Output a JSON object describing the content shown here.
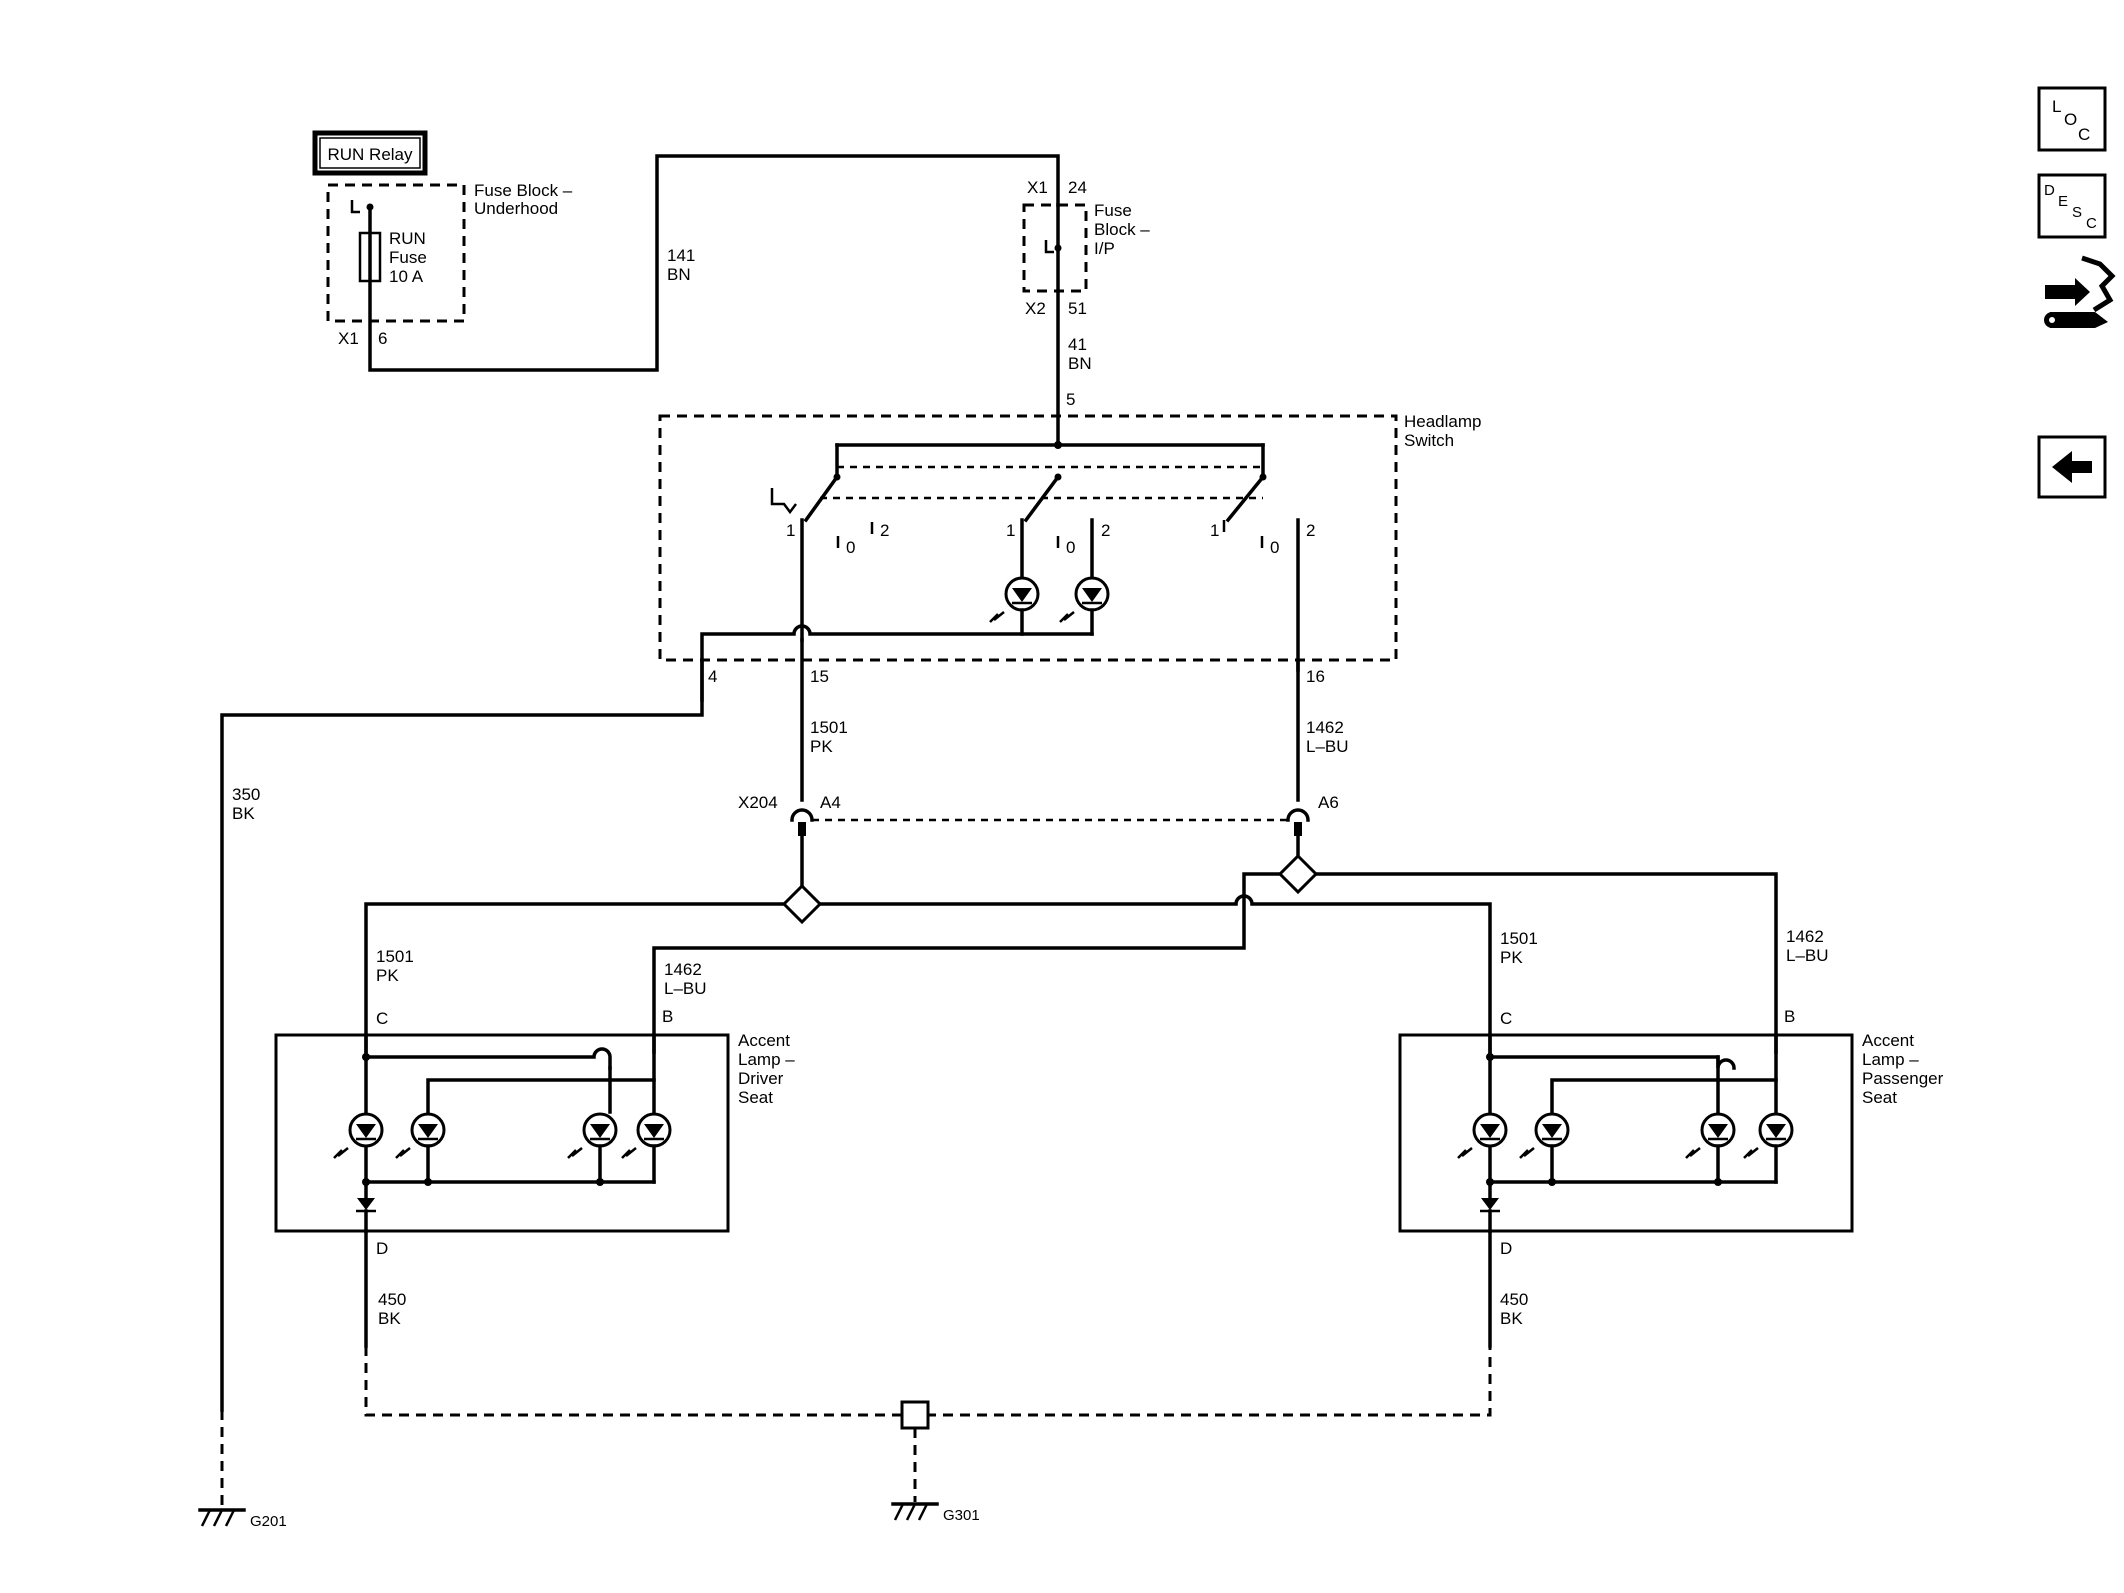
{
  "labels": {
    "run_relay": "RUN Relay",
    "fuse_block_underhood": [
      "Fuse Block –",
      "Underhood"
    ],
    "run_fuse": [
      "RUN",
      "Fuse",
      "10 A"
    ],
    "underhood_conn": "X1",
    "underhood_pin": "6",
    "wire_141": [
      "141",
      "BN"
    ],
    "fuse_ip_top_conn": "X1",
    "fuse_ip_top_pin": "24",
    "fuse_block_ip": [
      "Fuse",
      "Block –",
      "I/P"
    ],
    "fuse_ip_bot_conn": "X2",
    "fuse_ip_bot_pin": "51",
    "wire_41": [
      "41",
      "BN"
    ],
    "headlamp_pin_5": "5",
    "headlamp_switch": [
      "Headlamp",
      "Switch"
    ],
    "sw1_positions": [
      "1",
      "0",
      "2"
    ],
    "sw2_positions": [
      "1",
      "0",
      "2"
    ],
    "sw3_positions": [
      "1",
      "0",
      "2"
    ],
    "headlamp_pin_4": "4",
    "headlamp_pin_15": "15",
    "headlamp_pin_16": "16",
    "wire_1501_top": [
      "1501",
      "PK"
    ],
    "wire_1462_top": [
      "1462",
      "L–BU"
    ],
    "wire_350": [
      "350",
      "BK"
    ],
    "x204": "X204",
    "pin_a4": "A4",
    "pin_a6": "A6",
    "driver_wire_1501": [
      "1501",
      "PK"
    ],
    "driver_wire_1462": [
      "1462",
      "L–BU"
    ],
    "driver_pin_c": "C",
    "driver_pin_b": "B",
    "driver_pin_d": "D",
    "accent_lamp_driver": [
      "Accent",
      "Lamp –",
      "Driver",
      "Seat"
    ],
    "pass_wire_1501": [
      "1501",
      "PK"
    ],
    "pass_wire_1462": [
      "1462",
      "L–BU"
    ],
    "pass_pin_c": "C",
    "pass_pin_b": "B",
    "pass_pin_d": "D",
    "accent_lamp_passenger": [
      "Accent",
      "Lamp –",
      "Passenger",
      "Seat"
    ],
    "driver_wire_450": [
      "450",
      "BK"
    ],
    "pass_wire_450": [
      "450",
      "BK"
    ],
    "ground_g201": "G201",
    "ground_g301": "G301"
  },
  "nav": {
    "loc": [
      "L",
      "O",
      "C"
    ],
    "desc": [
      "D",
      "E",
      "S",
      "C"
    ],
    "connector_icon": "connector-tool-icon",
    "back_icon": "back-arrow-icon"
  }
}
